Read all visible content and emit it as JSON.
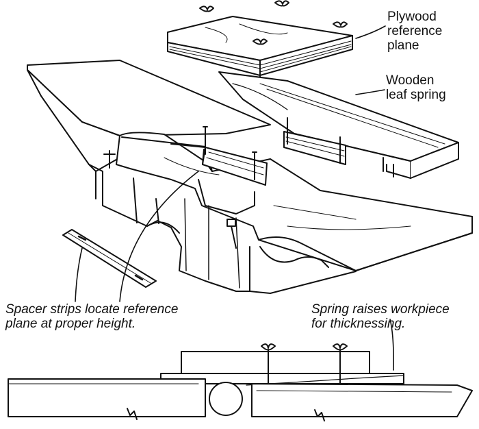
{
  "labels": {
    "plywood": [
      "Plywood",
      "reference",
      "plane"
    ],
    "leaf_spring": [
      "Wooden",
      "leaf spring"
    ],
    "spacer": [
      "Spacer strips locate reference",
      "plane at proper height."
    ],
    "spring_raises": [
      "Spring raises workpiece",
      "for thicknessing."
    ]
  },
  "colors": {
    "ink": "#111111",
    "paper": "#ffffff"
  },
  "icons": [
    "wing-nut-icon",
    "pivot-bolt-icon"
  ]
}
